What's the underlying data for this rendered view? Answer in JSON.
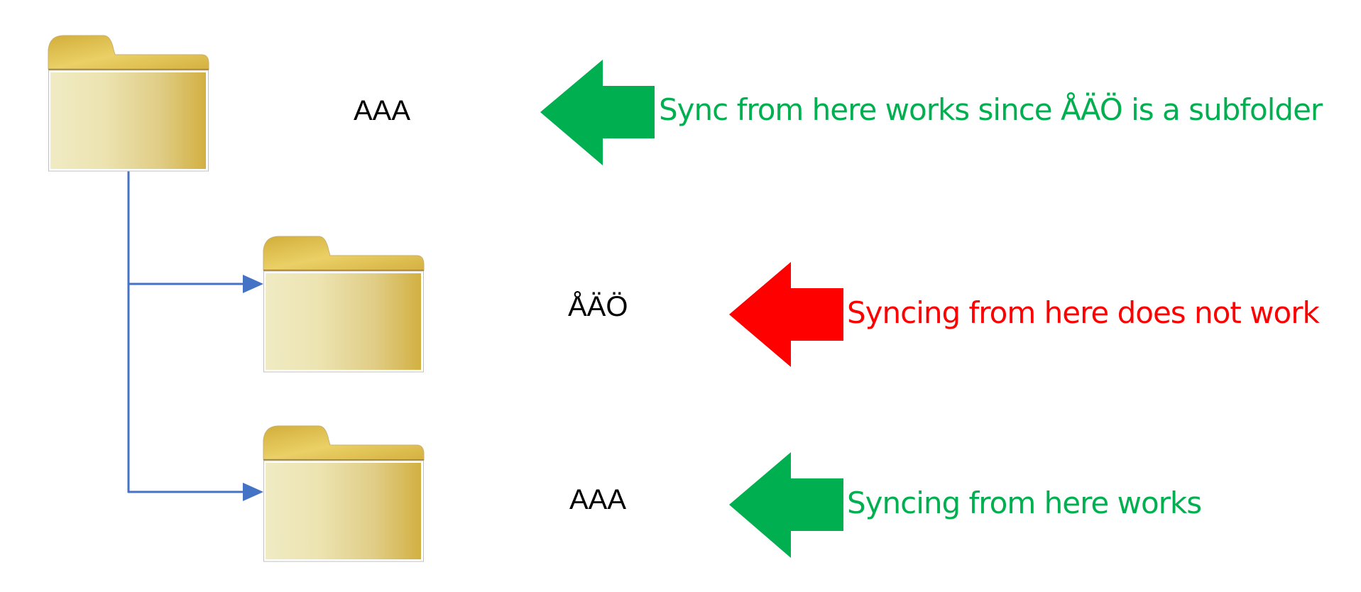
{
  "colors": {
    "works": "#00B050",
    "fails": "#FF0000",
    "connector": "#4472C4",
    "label": "#000000"
  },
  "folders": [
    {
      "name": "AAA",
      "level": "root"
    },
    {
      "name": "ÅÄÖ",
      "level": "child"
    },
    {
      "name": "AAA",
      "level": "child"
    }
  ],
  "annotations": [
    {
      "text": "Sync from here works since ÅÄÖ is a subfolder",
      "status": "works"
    },
    {
      "text": "Syncing from here does not work",
      "status": "fails"
    },
    {
      "text": "Syncing from here works",
      "status": "works"
    }
  ]
}
